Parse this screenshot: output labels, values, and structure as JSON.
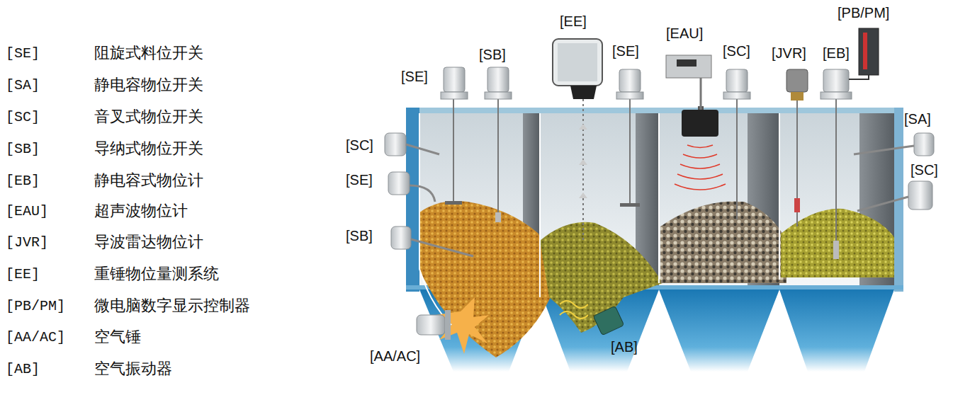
{
  "diagram": {
    "labels": [
      "[SE]",
      "阻旋式料位开关",
      "[SA]",
      "静电容物位开关",
      "[SC]",
      "音叉式物位开关",
      "[SB]",
      "导纳式物位开关",
      "[EB]",
      "静电容式物位计",
      "[EAU]",
      "超声波物位计",
      "[JVR]",
      "导波雷达物位计",
      "[EE]",
      "重锤物位量测系统",
      "[PB/PM]",
      "微电脑数字显示控制器",
      "[AA/AC]",
      "空气锤",
      "[AB]",
      "空气振动器",
      "[PB/PM]",
      "[EE]",
      "[EAU]",
      "[SB]",
      "[SE]",
      "[SC]",
      "[JVR]",
      "[EB]",
      "[SE]",
      "[SA]",
      "[SC]",
      "[SC]",
      "[SE]",
      "[SB]",
      "[AB]",
      "[AA/AC]"
    ]
  }
}
